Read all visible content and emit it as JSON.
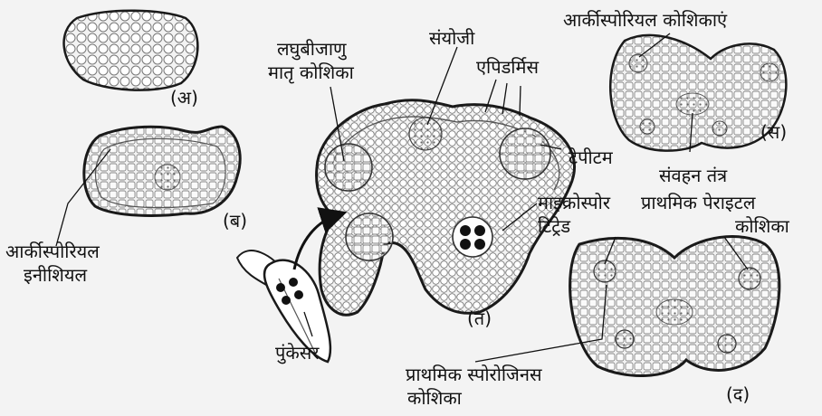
{
  "labels": {
    "panel_a": "(अ)",
    "panel_b": "(ब)",
    "panel_s": "(स)",
    "panel_t": "(त)",
    "panel_d": "(द)",
    "archesporial_initial_1": "आर्कीस्पोरियल",
    "archesporial_initial_2": "इनीशियल",
    "microspore_mother_cell_1": "लघुबीजाणु",
    "microspore_mother_cell_2": "मातृ कोशिका",
    "connective": "संयोजी",
    "epidermis": "एपिडर्मिस",
    "archesporial_cells": "आर्कीस्पोरियल कोशिकाएं",
    "tapetum": "टेपीटम",
    "vascular_system": "संवहन तंत्र",
    "primary_parietal_1": "प्राथमिक पेराइटल",
    "primary_parietal_2": "कोशिका",
    "microspore_tetrad_1": "माइक्रोस्पोर",
    "microspore_tetrad_2": "टिट्रेड",
    "stamen": "पुंकेसर",
    "primary_sporogenous_1": "प्राथमिक स्पोरोजिनस",
    "primary_sporogenous_2": "कोशिका"
  },
  "colors": {
    "outline": "#1a1a1a",
    "cell": "#8a8a8a",
    "background": "#f3f3f3"
  }
}
